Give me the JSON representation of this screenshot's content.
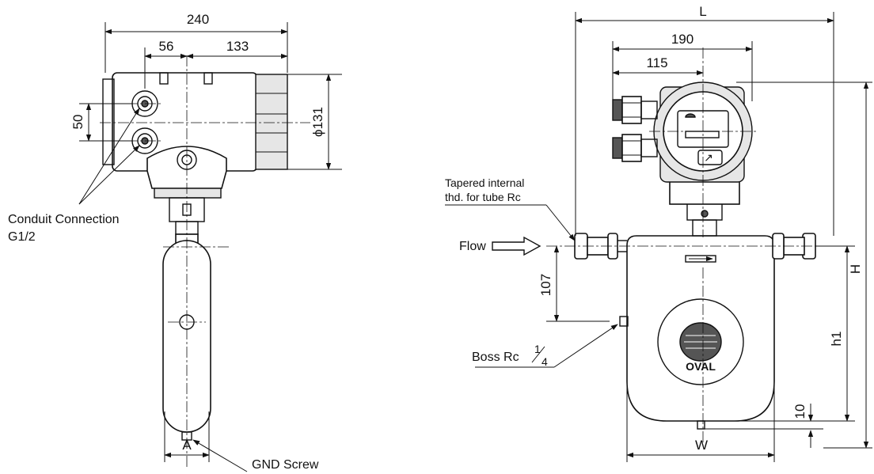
{
  "side_view": {
    "dim_width": "240",
    "dim_offset_56": "56",
    "dim_offset_133": "133",
    "dim_pitch_50": "50",
    "dim_diameter": "ϕ131",
    "dim_A": "A",
    "conduit_label_1": "Conduit Connection",
    "conduit_label_2": "G1/2",
    "gnd_label": "GND Screw"
  },
  "front_view": {
    "dim_L": "L",
    "dim_190": "190",
    "dim_115": "115",
    "dim_H": "H",
    "dim_h1": "h1",
    "dim_107": "107",
    "dim_10": "10",
    "dim_W": "W",
    "thread_label_1": "Tapered internal",
    "thread_label_2": "thd. for tube Rc",
    "flow_label": "Flow",
    "boss_label": "Boss Rc",
    "boss_frac_num": "1",
    "boss_frac_den": "4",
    "brand_logo_text": "OVAL"
  }
}
